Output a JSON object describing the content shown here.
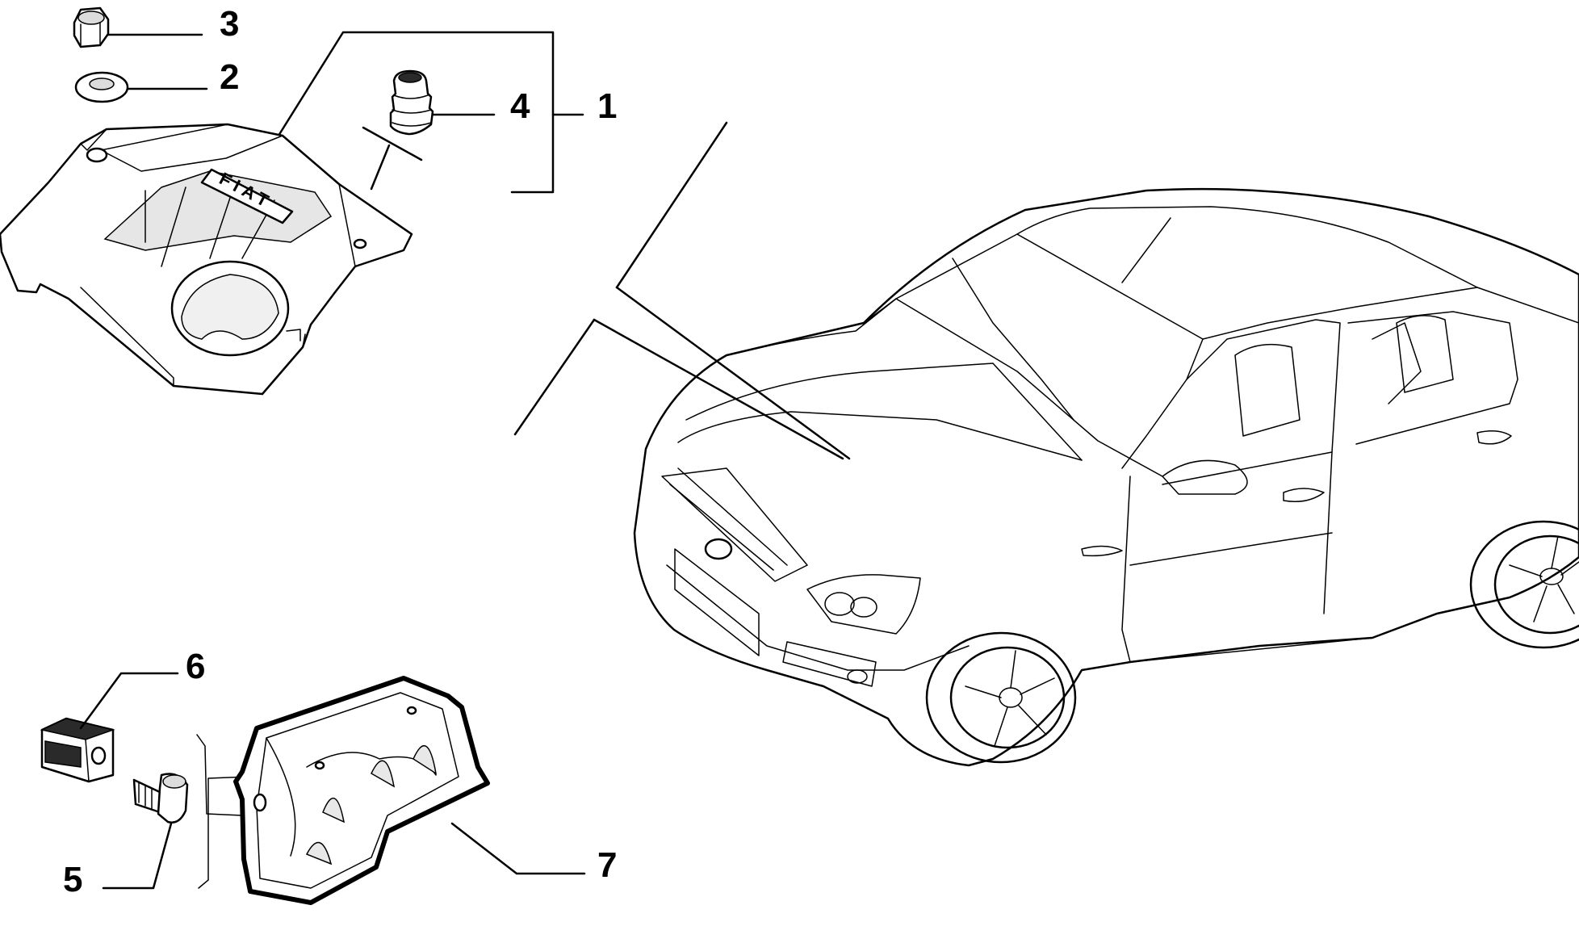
{
  "callouts": {
    "c1": "1",
    "c2": "2",
    "c3": "3",
    "c4": "4",
    "c5": "5",
    "c6": "6",
    "c7": "7"
  },
  "engine_cover": {
    "logo": "FIAT"
  }
}
